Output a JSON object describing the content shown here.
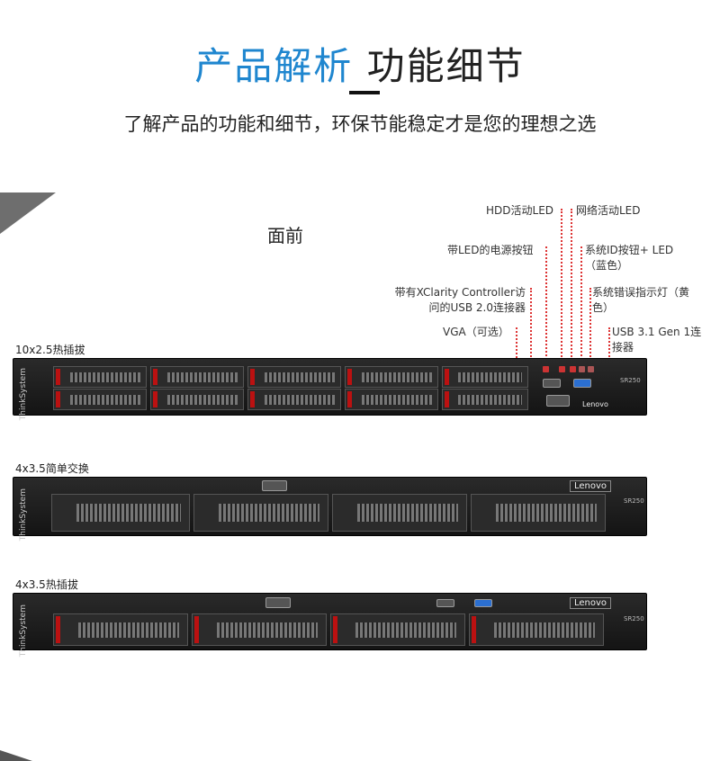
{
  "header": {
    "title_blue": "产品解析",
    "title_black": "功能细节",
    "subtitle": "了解产品的功能和细节，环保节能稳定才是您的理想之选"
  },
  "front_label": "面前",
  "callouts": {
    "hdd_led": "HDD活动LED",
    "net_led": "网络活动LED",
    "power_button": "带LED的电源按钮",
    "system_id": "系统ID按钮+ LED（蓝色）",
    "xclarity_usb": "带有XClarity Controller访问的USB 2.0连接器",
    "error_led": "系统错误指示灯（黄色）",
    "vga": "VGA（可选）",
    "usb31": "USB 3.1 Gen 1连接器"
  },
  "servers": [
    {
      "label": "10x2.5热插拔",
      "brand": "ThinkSystem",
      "lenovo": "Lenovo",
      "model": "SR250"
    },
    {
      "label": "4x3.5简单交换",
      "brand": "ThinkSystem",
      "lenovo": "Lenovo",
      "model": "SR250"
    },
    {
      "label": "4x3.5热插拔",
      "brand": "ThinkSystem",
      "lenovo": "Lenovo",
      "model": "SR250"
    }
  ],
  "colors": {
    "accent": "#1f86cf",
    "callout_line": "#dd3333"
  }
}
